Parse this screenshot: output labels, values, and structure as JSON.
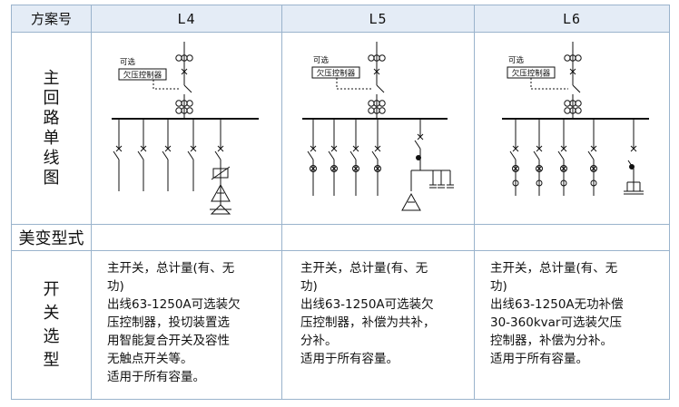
{
  "header": {
    "corner": "方案号",
    "schemes": [
      "L4",
      "L5",
      "L6"
    ]
  },
  "rows": {
    "diagram_label": [
      "主",
      "回",
      "路",
      "单",
      "线",
      "图"
    ],
    "transformer_label": "美变型式",
    "switch_label": [
      "开",
      "关",
      "选",
      "型"
    ]
  },
  "diagram_text": {
    "optional": "可选",
    "undervoltage": "欠压控制器"
  },
  "descriptions": {
    "L4": "主开关，总计量(有、无\n功)\n出线63-1250A可选装欠\n压控制器，投切装置选\n用智能复合开关及容性\n无触点开关等。\n适用于所有容量。",
    "L5": "主开关，总计量(有、无\n功)\n出线63-1250A可选装欠\n压控制器，补偿为共补，\n分补。\n适用于所有容量。",
    "L6": "主开关，总计量(有、无\n功)\n出线63-1250A无功补偿\n30-360kvar可选装欠压\n控制器，补偿为分补。\n适用于所有容量。"
  },
  "colors": {
    "header_bg": "#e4ecf6",
    "grid_line": "#9ab3cc",
    "ink": "#111111"
  }
}
